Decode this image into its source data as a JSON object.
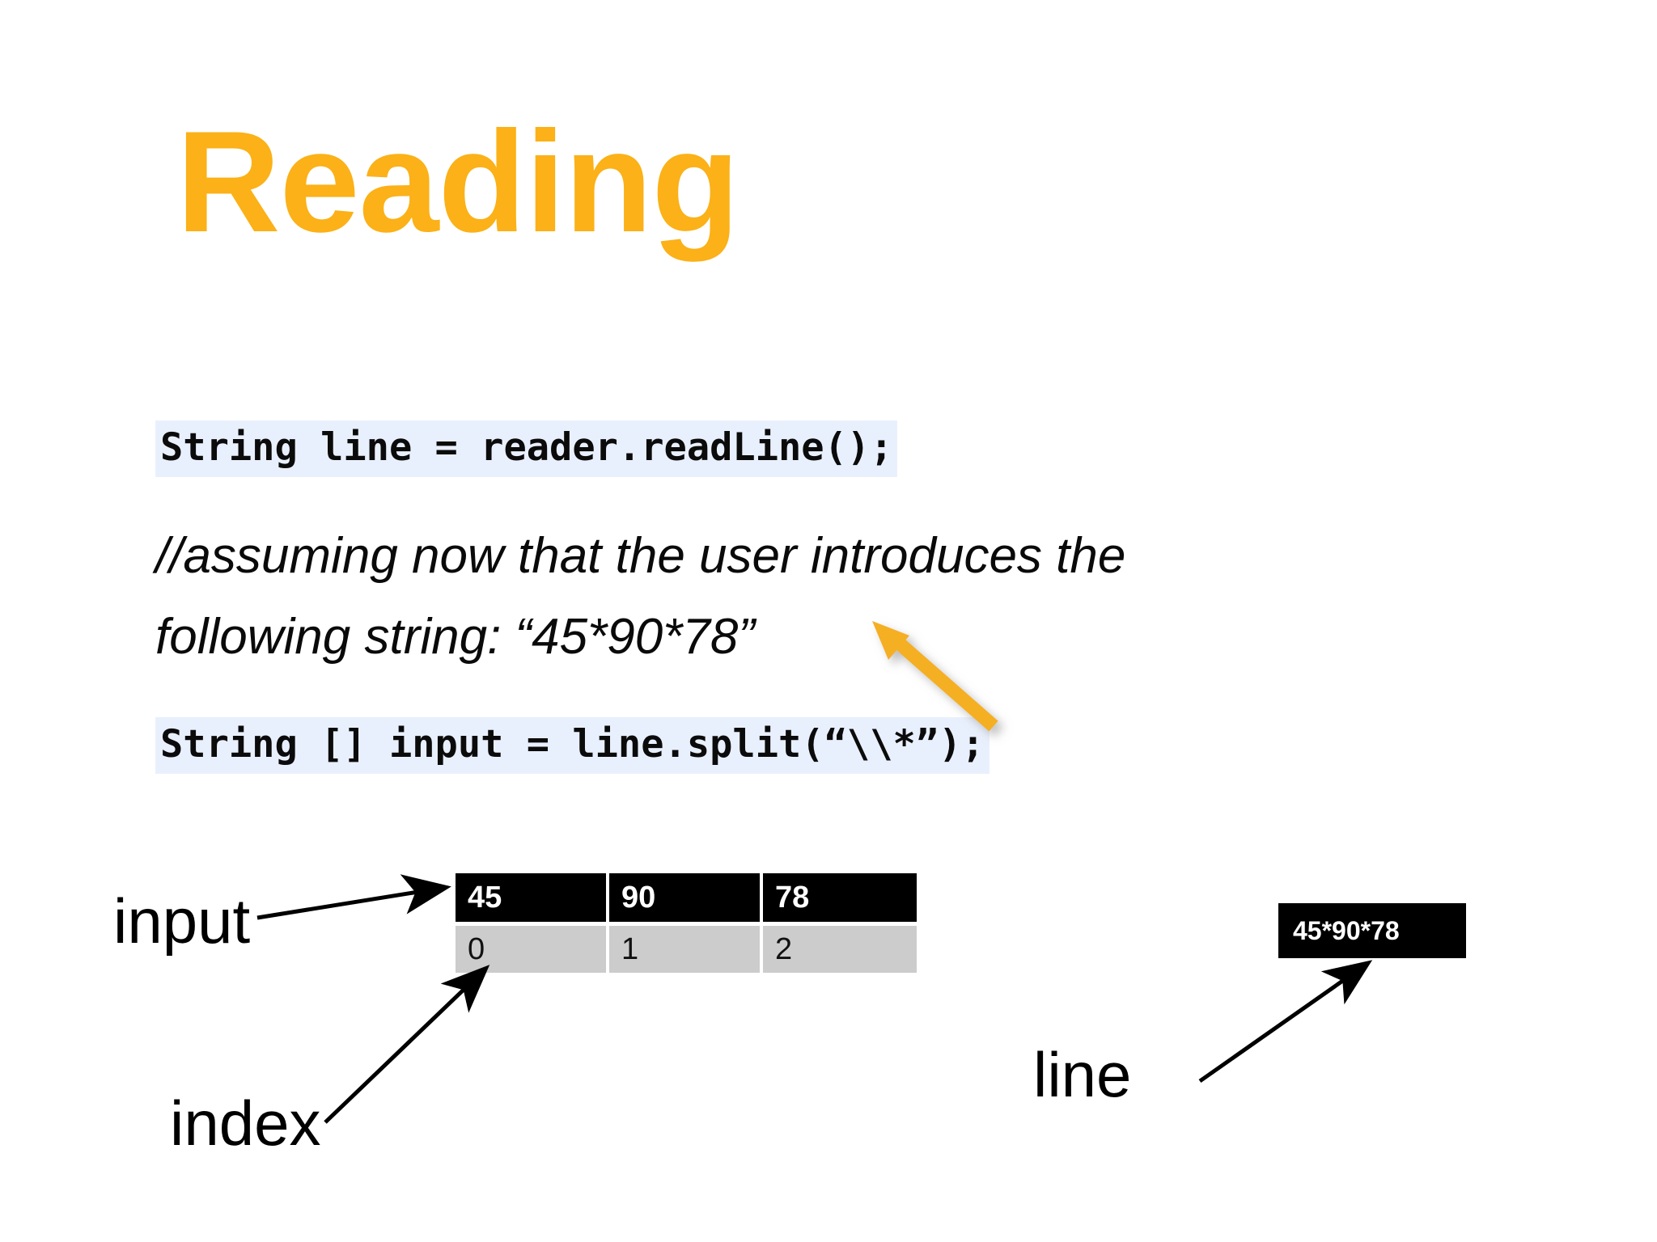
{
  "slide": {
    "title": "Reading",
    "title_color": "#FBB117",
    "background_color": "#FFFFFF"
  },
  "code_lines": [
    {
      "id": "read-line",
      "text": "String line = reader.readLine();",
      "background_color": "#E9F0FD"
    },
    {
      "id": "split-line",
      "text": "String [] input = line.split(“\\\\*”);",
      "background_color": "#E9F0FD"
    }
  ],
  "comment": {
    "text": "//assuming now that the user introduces the\nfollowing string: “45*90*78”"
  },
  "array_diagram": {
    "values_row": [
      "45",
      "90",
      "78"
    ],
    "index_row": [
      "0",
      "1",
      "2"
    ],
    "values_row_background": "#000000",
    "values_row_text_color": "#FFFFFF",
    "index_row_background": "#CCCCCC",
    "index_row_text_color": "#111111"
  },
  "string_box": {
    "value": "45*90*78",
    "background_color": "#000000",
    "text_color": "#FFFFFF"
  },
  "labels": {
    "input": "input",
    "index": "index",
    "line": "line"
  },
  "arrows": {
    "highlight_color": "#F5AF22",
    "plain_color": "#000000",
    "items": [
      {
        "name": "split-pattern-to-string-arrow",
        "color": "#F5AF22"
      },
      {
        "name": "input-to-array-arrow",
        "color": "#000000"
      },
      {
        "name": "index-to-index-row-arrow",
        "color": "#000000"
      },
      {
        "name": "line-to-string-box-arrow",
        "color": "#000000"
      }
    ]
  }
}
